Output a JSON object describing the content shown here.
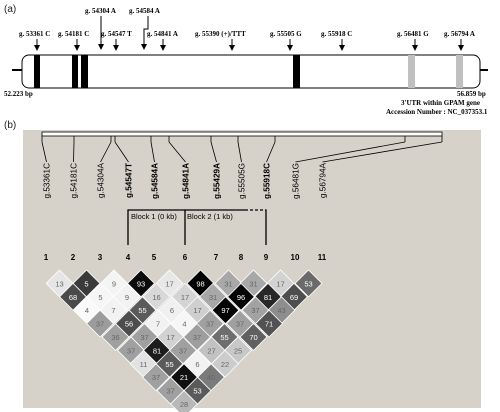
{
  "panel_a": {
    "label": "(a)",
    "gene_start": "52.223 bp",
    "gene_end": "56.859 bp",
    "note_line1": "3'UTR within GPAM gene",
    "note_line2": "Accession Number : NC_037353.1",
    "snps_row1": [
      "g. 54304 A",
      "g. 54584 A"
    ],
    "snps_row2": [
      "g. 53361 C",
      "g. 54181 C",
      "g. 54547 T",
      "g. 54841 A",
      "g. 55390 (+)/TTT",
      "g. 55505 G",
      "g. 55918 C",
      "g. 56481 G",
      "g. 56794 A"
    ]
  },
  "panel_b": {
    "label": "(b)",
    "markers": [
      {
        "name": "g.53361C",
        "bold": false
      },
      {
        "name": "g.54181C",
        "bold": false
      },
      {
        "name": "g.54304A",
        "bold": false
      },
      {
        "name": "g.54547T",
        "bold": true
      },
      {
        "name": "g.54584A",
        "bold": true
      },
      {
        "name": "g.54841A",
        "bold": true
      },
      {
        "name": "g.55429A",
        "bold": true
      },
      {
        "name": "g.55505G",
        "bold": false
      },
      {
        "name": "g.55918C",
        "bold": true
      },
      {
        "name": "g.56481G",
        "bold": false
      },
      {
        "name": "g.56794A",
        "bold": false
      }
    ],
    "indices": [
      "1",
      "2",
      "3",
      "4",
      "5",
      "6",
      "7",
      "8",
      "9",
      "10",
      "11"
    ],
    "block1": "Block 1 (0 kb)",
    "block2": "Block 2 (1 kb)",
    "ld_rows": [
      [
        "13",
        "5",
        "9",
        "93",
        "17",
        "98",
        "31",
        "31",
        "17",
        "53"
      ],
      [
        "68",
        "5",
        "9",
        "16",
        "17",
        "31",
        "96",
        "81",
        "69"
      ],
      [
        "4",
        "7",
        "55",
        "6",
        "17",
        "97",
        "37",
        "43"
      ],
      [
        "37",
        "56",
        "7",
        "4",
        "37",
        "37",
        "71"
      ],
      [
        "36",
        "37",
        "17",
        "37",
        "55",
        "70"
      ],
      [
        "37",
        "81",
        "37",
        "27",
        "25"
      ],
      [
        "11",
        "55",
        "6",
        "22"
      ],
      [
        "37",
        "21",
        "40"
      ],
      [
        "37",
        "53"
      ],
      [
        "28"
      ]
    ],
    "ld_shade": [
      [
        "#e6e6e6",
        "#3a3a3a",
        "#f4f4f4",
        "#0c0c0c",
        "#e8e8e8",
        "#000000",
        "#a8a8a8",
        "#a8a8a8",
        "#d2d2d2",
        "#6a6a6a"
      ],
      [
        "#4a4a4a",
        "#f6f6f6",
        "#f2f2f2",
        "#d8d8d8",
        "#d4d4d4",
        "#a8a8a8",
        "#050505",
        "#272727",
        "#4e4e4e"
      ],
      [
        "#fafafa",
        "#f2f2f2",
        "#5a5a5a",
        "#f0f0f0",
        "#cfcfcf",
        "#050505",
        "#a2a2a2",
        "#8e8e8e"
      ],
      [
        "#9c9c9c",
        "#4c4c4c",
        "#f2f2f2",
        "#f6f6f6",
        "#a0a0a0",
        "#a0a0a0",
        "#525252"
      ],
      [
        "#a0a0a0",
        "#a0a0a0",
        "#d2d2d2",
        "#9e9e9e",
        "#6e6e6e",
        "#606060"
      ],
      [
        "#a0a0a0",
        "#1c1c1c",
        "#a0a0a0",
        "#c2c2c2",
        "#c8c8c8"
      ],
      [
        "#e2e2e2",
        "#5a5a5a",
        "#f2f2f2",
        "#cccccc"
      ],
      [
        "#a0a0a0",
        "#101010",
        "#7a7a7a"
      ],
      [
        "#a0a0a0",
        "#5a5a5a"
      ],
      [
        "#b8b8b8"
      ]
    ]
  }
}
